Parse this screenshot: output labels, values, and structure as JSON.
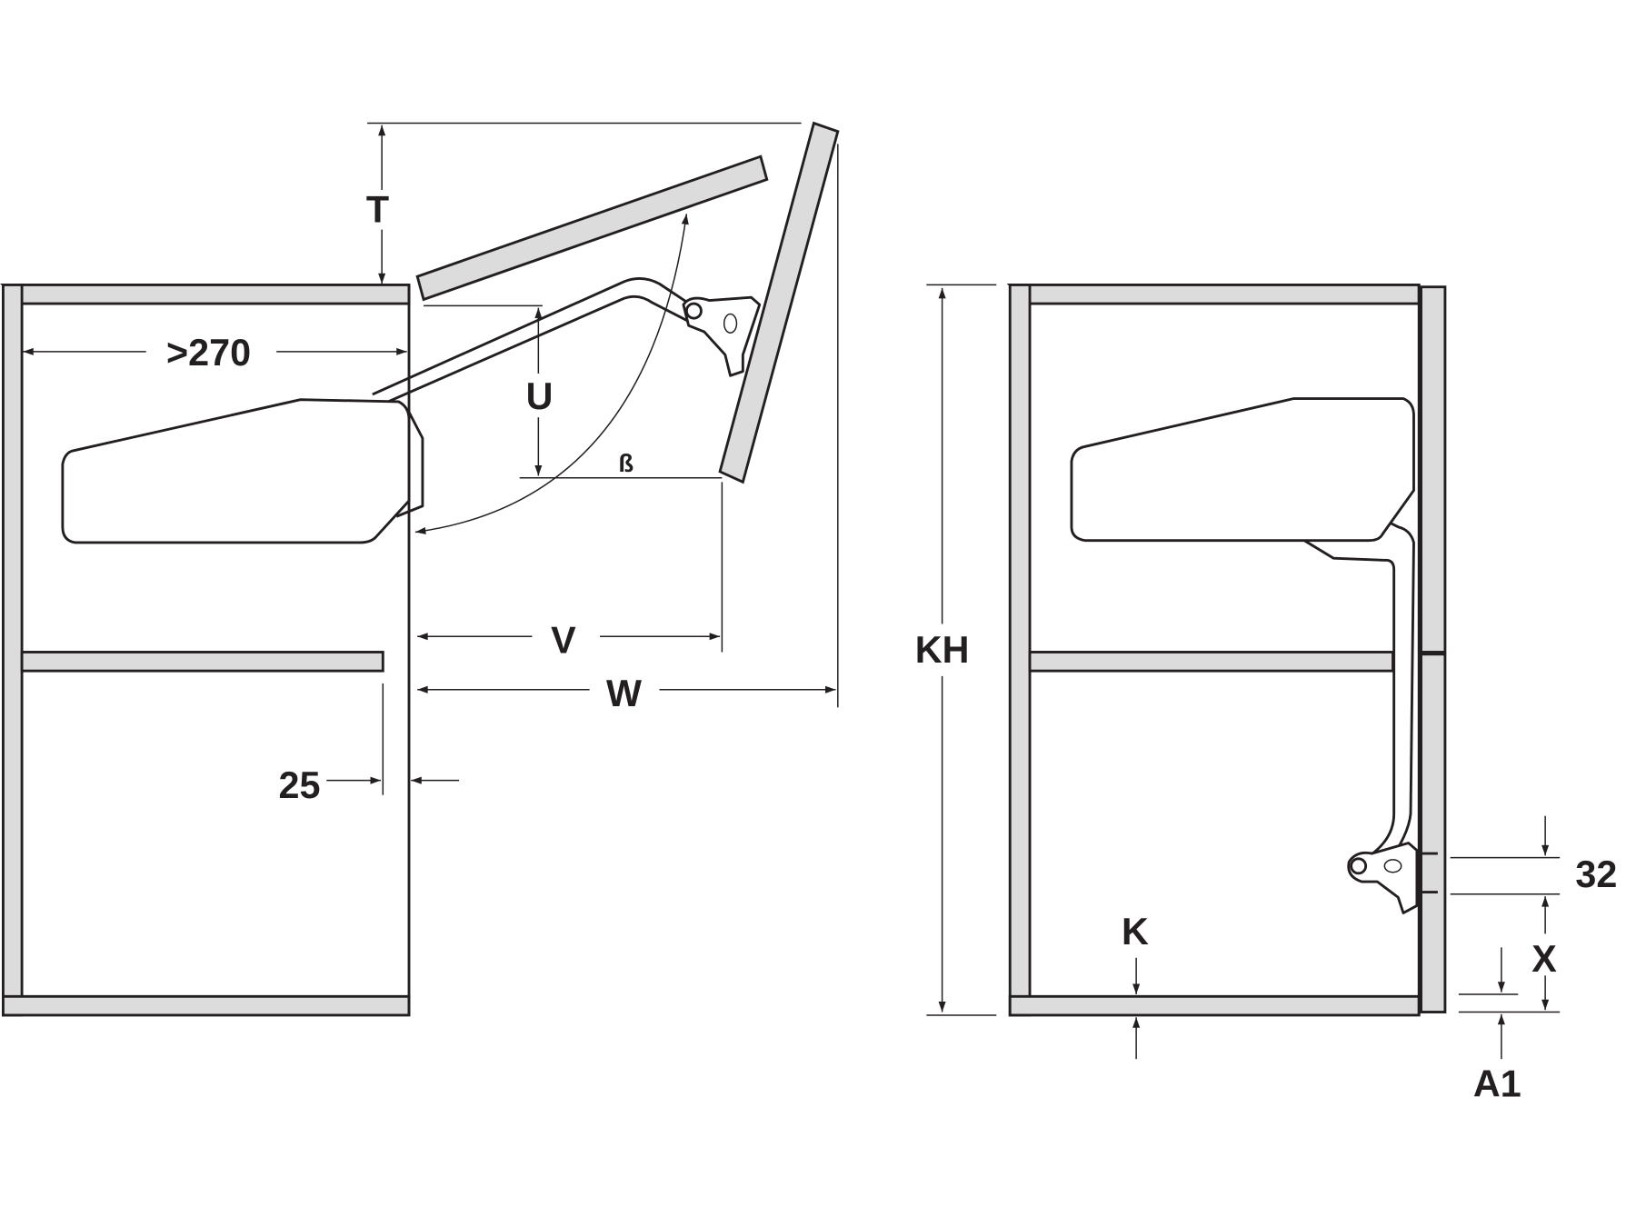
{
  "labels": {
    "T": "T",
    "min_depth": ">270",
    "U": "U",
    "beta": "ß",
    "V": "V",
    "W": "W",
    "offset_25": "25",
    "KH": "KH",
    "K": "K",
    "pitch_32": "32",
    "X": "X",
    "A1": "A1"
  },
  "colors": {
    "panel": "#dcdcdc",
    "line": "#231f20"
  }
}
